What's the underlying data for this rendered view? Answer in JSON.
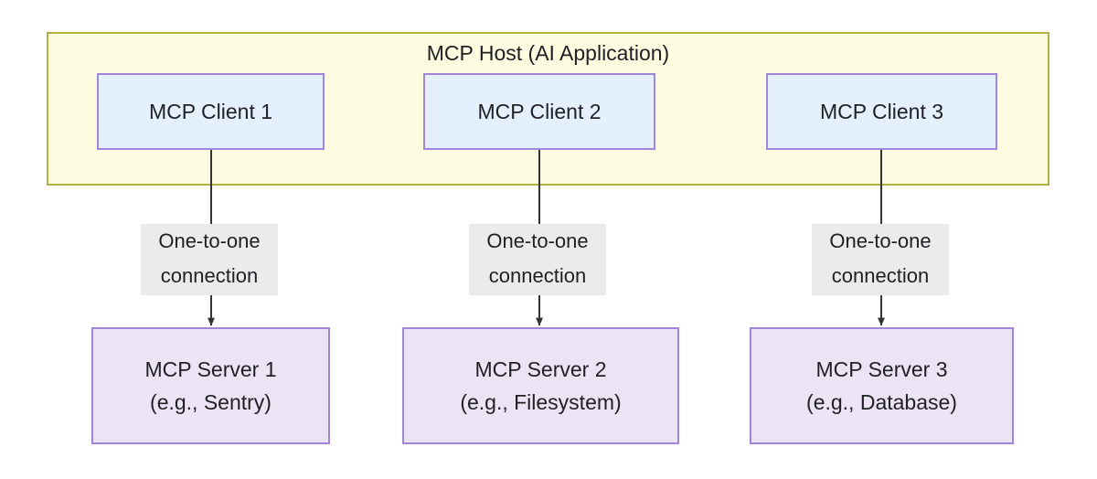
{
  "diagram": {
    "title": "MCP Host (AI Application)",
    "host": {
      "label": "MCP Host (AI Application)",
      "fill_color": "#fdfbe0",
      "border_color": "#b5b13f"
    },
    "clients": [
      {
        "label": "MCP Client 1"
      },
      {
        "label": "MCP Client 2"
      },
      {
        "label": "MCP Client 3"
      }
    ],
    "servers": [
      {
        "label": "MCP Server 1",
        "sublabel": "(e.g., Sentry)"
      },
      {
        "label": "MCP Server 2",
        "sublabel": "(e.g., Filesystem)"
      },
      {
        "label": "MCP Server 3",
        "sublabel": "(e.g., Database)"
      }
    ],
    "edges": [
      {
        "line1": "One-to-one",
        "line2": "connection"
      },
      {
        "line1": "One-to-one",
        "line2": "connection"
      },
      {
        "line1": "One-to-one",
        "line2": "connection"
      }
    ],
    "colors": {
      "client_fill": "#e4f0fd",
      "client_border": "#9f86d8",
      "server_fill": "#ece4f5",
      "server_border": "#9f86d8",
      "edge_label_fill": "#ebebeb",
      "connector_stroke": "#333333",
      "text": "#1f2023",
      "background": "#ffffff"
    }
  }
}
